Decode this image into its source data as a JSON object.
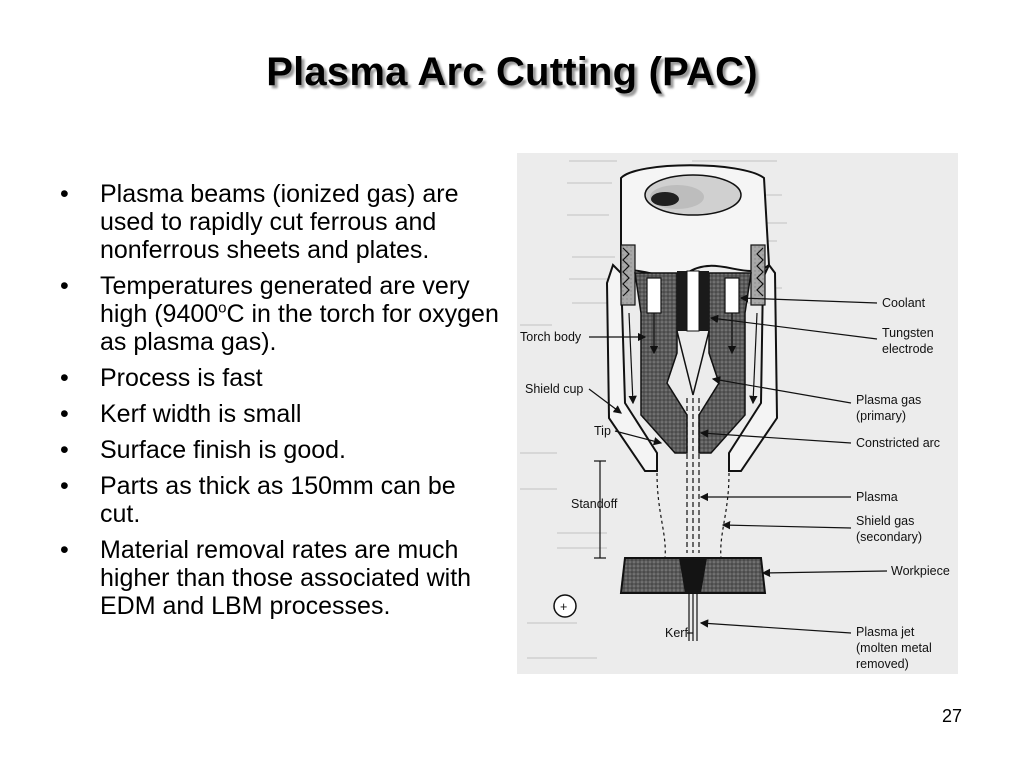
{
  "slide": {
    "title": "Plasma Arc Cutting (PAC)",
    "page_number": "27"
  },
  "bullets": [
    {
      "text": "Plasma beams (ionized gas) are used to rapidly cut ferrous and nonferrous sheets and plates."
    },
    {
      "pre": "Temperatures generated are very high (9400",
      "sup": "o",
      "post": "C in the torch for oxygen as plasma gas)."
    },
    {
      "text": "Process is fast"
    },
    {
      "text": "Kerf width is small"
    },
    {
      "text": "Surface finish is good."
    },
    {
      "text": "Parts as thick as 150mm can be cut."
    },
    {
      "text": "Material removal rates are much higher than those associated with EDM and LBM processes."
    }
  ],
  "bullet_symbol": "•",
  "figure": {
    "labels": {
      "torch_body": "Torch body",
      "shield_cup": "Shield cup",
      "tip": "Tip",
      "standoff": "Standoff",
      "kerf": "Kerf",
      "plus_sign": "+",
      "coolant": "Coolant",
      "tungsten_1": "Tungsten",
      "tungsten_2": "electrode",
      "plasma_gas_1": "Plasma gas",
      "plasma_gas_2": "(primary)",
      "constricted_arc": "Constricted arc",
      "plasma": "Plasma",
      "shield_gas_1": "Shield gas",
      "shield_gas_2": "(secondary)",
      "workpiece": "Workpiece",
      "plasma_jet_1": "Plasma jet",
      "plasma_jet_2": "(molten metal",
      "plasma_jet_3": "removed)"
    }
  }
}
